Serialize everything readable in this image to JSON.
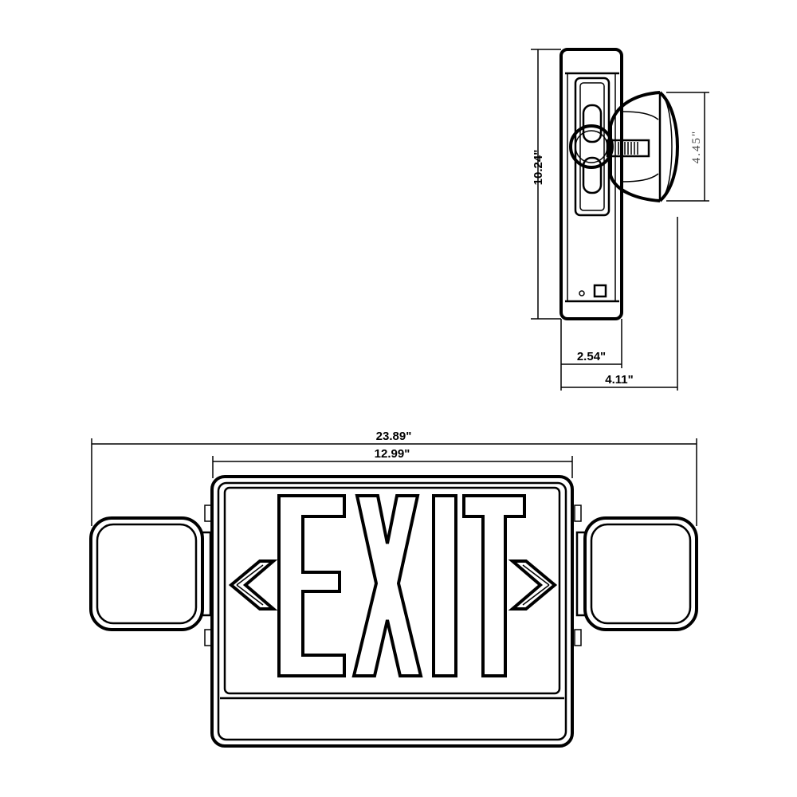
{
  "side_view": {
    "height_label": "10.24\"",
    "head_height_label": "4.45\"",
    "body_depth_label": "2.54\"",
    "total_depth_label": "4.11\""
  },
  "front_view": {
    "overall_width_label": "23.89\"",
    "sign_width_label": "12.99\""
  }
}
